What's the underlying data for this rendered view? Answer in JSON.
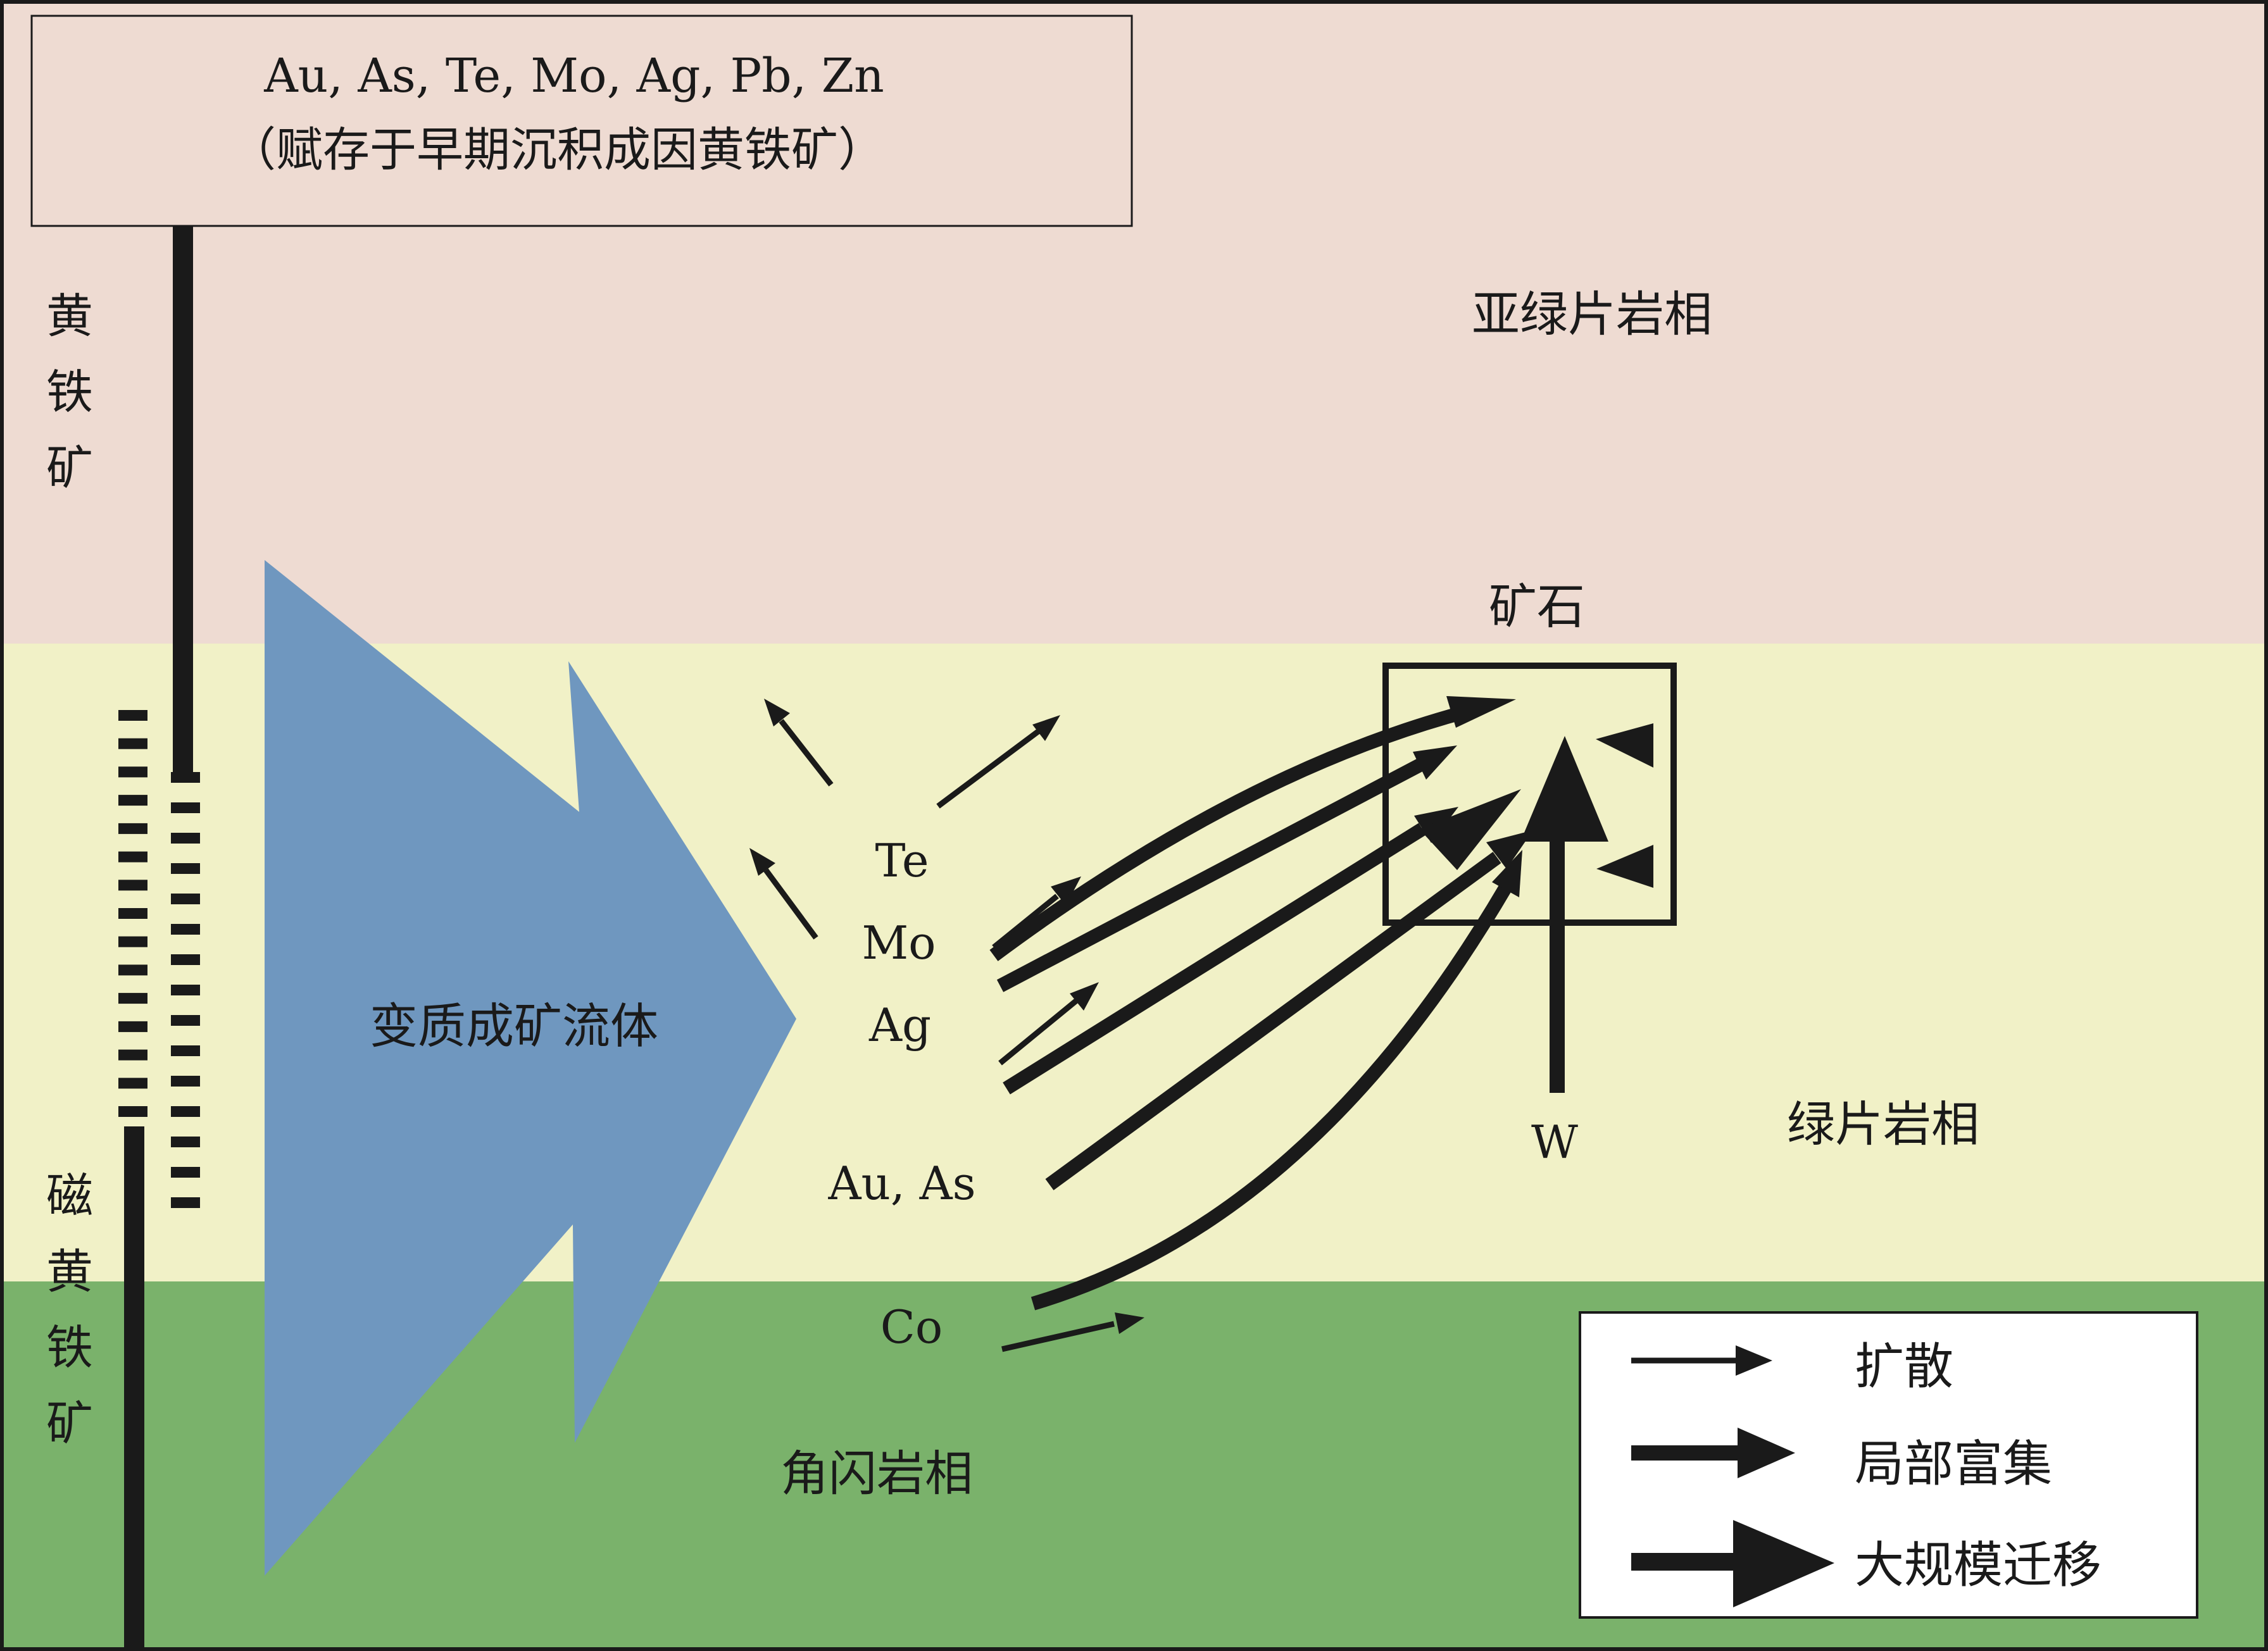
{
  "colors": {
    "sub_greenschist": "#EEDBD2",
    "greenschist": "#F1F1C7",
    "amphibolite": "#7AB26B",
    "fluid": "#6F97BF",
    "ink": "#1a1a1a",
    "legend_bg": "#ffffff",
    "source_box_bg": "#EEDBD2"
  },
  "source_box": {
    "line1": "Au,  As, Te, Mo, Ag, Pb, Zn",
    "line2": "（赋存于早期沉积成因黄铁矿）"
  },
  "facies": {
    "sub_greenschist": "亚绿片岩相",
    "greenschist": "绿片岩相",
    "amphibolite": "角闪岩相"
  },
  "minerals": {
    "pyrite": [
      "黄",
      "铁",
      "矿"
    ],
    "pyrrhotite": [
      "磁",
      "黄",
      "铁",
      "矿"
    ]
  },
  "fluid_label": "变质成矿流体",
  "ore_label": "矿石",
  "elements": {
    "te": "Te",
    "mo": "Mo",
    "ag": "Ag",
    "au_as": "Au, As",
    "co": "Co",
    "w": "W"
  },
  "legend": {
    "diffusion": "扩散",
    "local_enrichment": "局部富集",
    "large_migration": "大规模迁移"
  }
}
